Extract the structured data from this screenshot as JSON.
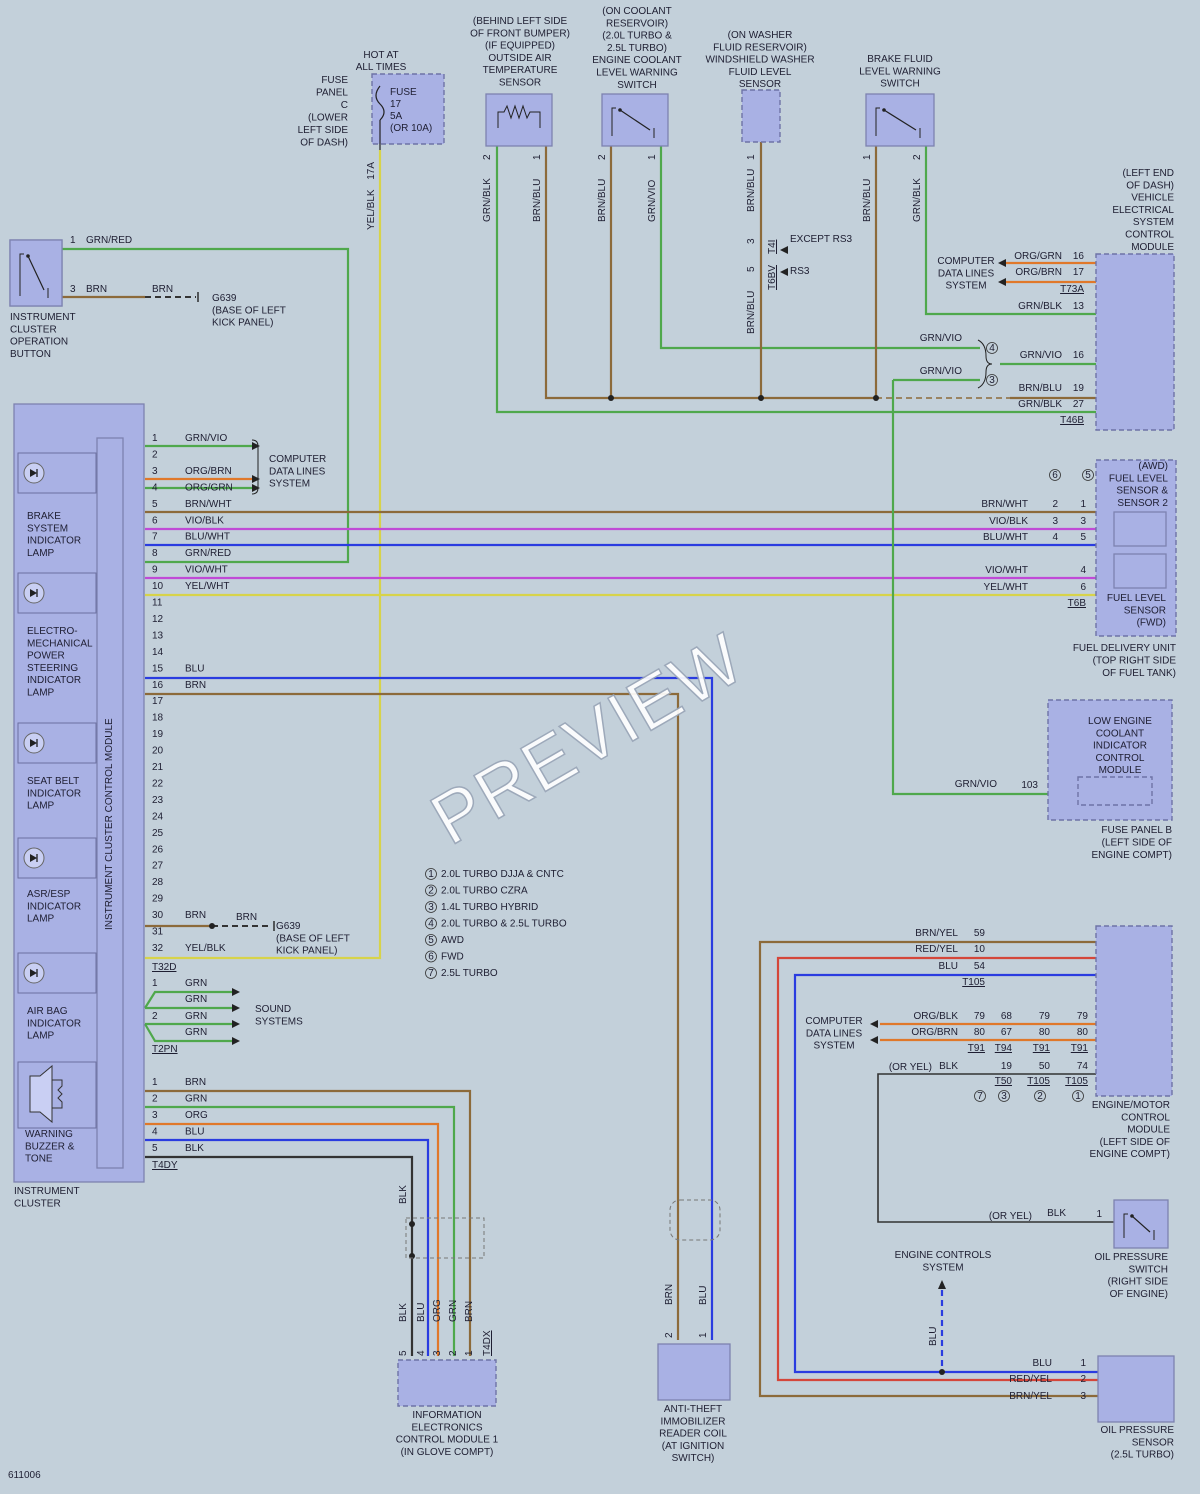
{
  "colors": {
    "background": "#c3d0da",
    "component_fill": "#a9b1e4",
    "wire_violet": "#c04ad6",
    "wire_blue": "#2a3ce0",
    "wire_brown": "#8c6a3a",
    "wire_green": "#4fa84c",
    "wire_orange": "#e0782a",
    "wire_yellow": "#d7d34a",
    "wire_red": "#d4463a",
    "wire_black": "#333333"
  },
  "hot_at_all_times": [
    "HOT AT",
    "ALL TIMES"
  ],
  "fuse_panel_lines": [
    "FUSE",
    "PANEL",
    "C",
    "(LOWER",
    "LEFT SIDE",
    "OF DASH)"
  ],
  "fuse_lines": [
    "FUSE",
    "17",
    "5A",
    "(OR 10A)"
  ],
  "fuse_pin": "17A",
  "fuse_wire": "YEL/BLK",
  "outside_temp_sensor_lines": [
    "(BEHIND LEFT SIDE",
    "OF FRONT BUMPER)",
    "(IF EQUIPPED)",
    "OUTSIDE AIR",
    "TEMPERATURE",
    "SENSOR"
  ],
  "coolant_switch_lines": [
    "(ON COOLANT",
    "RESERVOIR)",
    "(2.0L TURBO &",
    "2.5L TURBO)",
    "ENGINE COOLANT",
    "LEVEL WARNING",
    "SWITCH"
  ],
  "washer_sensor_lines": [
    "(ON WASHER",
    "FLUID RESERVOIR)",
    "WINDSHIELD WASHER",
    "FLUID LEVEL",
    "SENSOR"
  ],
  "brake_fluid_switch_lines": [
    "BRAKE FLUID",
    "LEVEL WARNING",
    "SWITCH"
  ],
  "vertical_wires": {
    "ots_pin2": "GRN/BLK",
    "ots_pin1": "BRN/BLU",
    "cool_pin2": "BRN/BLU",
    "cool_pin1": "GRN/VIO",
    "wash_upper": "BRN/BLU",
    "wash_lower": "BRN/BLU",
    "brake_pin1": "BRN/BLU",
    "brake_pin2": "GRN/BLK"
  },
  "pin_labels": {
    "two": "2",
    "one": "1",
    "three": "3",
    "five": "5"
  },
  "except_rs3": "EXCEPT RS3",
  "rs3": "RS3",
  "conn_t4i": "T4I",
  "conn_t6bv": "T6BV",
  "vesc_module_lines": [
    "(LEFT END",
    "OF DASH)",
    "VEHICLE",
    "ELECTRICAL",
    "SYSTEM",
    "CONTROL",
    "MODULE"
  ],
  "vesc_cds_lines": [
    "COMPUTER",
    "DATA LINES",
    "SYSTEM"
  ],
  "vesc_rows": [
    {
      "wire": "ORG/GRN",
      "pin": "16"
    },
    {
      "wire": "ORG/BRN",
      "pin": "17"
    },
    {
      "wire": "GRN/BLK",
      "pin": "13"
    }
  ],
  "vesc_conn_top": "T73A",
  "vesc_rows2": [
    {
      "wire": "GRN/VIO",
      "pin": "16"
    },
    {
      "wire": "BRN/BLU",
      "pin": "19"
    },
    {
      "wire": "GRN/BLK",
      "pin": "27"
    }
  ],
  "vesc_conn_bottom": "T46B",
  "splice_grnvio": "GRN/VIO",
  "note4": "4",
  "note3": "3",
  "note6": "6",
  "note5": "5",
  "ic_button_lines": [
    "INSTRUMENT",
    "CLUSTER",
    "OPERATION",
    "BUTTON"
  ],
  "ic_button_rows": [
    {
      "pin": "1",
      "wire": "GRN/RED"
    },
    {
      "pin": "3",
      "wire": "BRN"
    }
  ],
  "ground_wire": "BRN",
  "ground1_lines": [
    "G639",
    "(BASE OF LEFT",
    "KICK PANEL)"
  ],
  "cluster_label": "INSTRUMENT CLUSTER CONTROL MODULE",
  "cluster_outer_lines": [
    "INSTRUMENT",
    "CLUSTER"
  ],
  "lamps": [
    [
      "BRAKE",
      "SYSTEM",
      "INDICATOR",
      "LAMP"
    ],
    [
      "ELECTRO-",
      "MECHANICAL",
      "POWER",
      "STEERING",
      "INDICATOR",
      "LAMP"
    ],
    [
      "SEAT BELT",
      "INDICATOR",
      "LAMP"
    ],
    [
      "ASR/ESP",
      "INDICATOR",
      "LAMP"
    ],
    [
      "AIR BAG",
      "INDICATOR",
      "LAMP"
    ]
  ],
  "buzzer_lines": [
    "WARNING",
    "BUZZER &",
    "TONE"
  ],
  "t32_pins": [
    {
      "n": "1",
      "wire": "GRN/VIO"
    },
    {
      "n": "2",
      "wire": ""
    },
    {
      "n": "3",
      "wire": "ORG/BRN"
    },
    {
      "n": "4",
      "wire": "ORG/GRN"
    },
    {
      "n": "5",
      "wire": "BRN/WHT"
    },
    {
      "n": "6",
      "wire": "VIO/BLK"
    },
    {
      "n": "7",
      "wire": "BLU/WHT"
    },
    {
      "n": "8",
      "wire": "GRN/RED"
    },
    {
      "n": "9",
      "wire": "VIO/WHT"
    },
    {
      "n": "10",
      "wire": "YEL/WHT"
    },
    {
      "n": "11",
      "wire": ""
    },
    {
      "n": "12",
      "wire": ""
    },
    {
      "n": "13",
      "wire": ""
    },
    {
      "n": "14",
      "wire": ""
    },
    {
      "n": "15",
      "wire": "BLU"
    },
    {
      "n": "16",
      "wire": "BRN"
    },
    {
      "n": "17",
      "wire": ""
    },
    {
      "n": "18",
      "wire": ""
    },
    {
      "n": "19",
      "wire": ""
    },
    {
      "n": "20",
      "wire": ""
    },
    {
      "n": "21",
      "wire": ""
    },
    {
      "n": "22",
      "wire": ""
    },
    {
      "n": "23",
      "wire": ""
    },
    {
      "n": "24",
      "wire": ""
    },
    {
      "n": "25",
      "wire": ""
    },
    {
      "n": "26",
      "wire": ""
    },
    {
      "n": "27",
      "wire": ""
    },
    {
      "n": "28",
      "wire": ""
    },
    {
      "n": "29",
      "wire": ""
    },
    {
      "n": "30",
      "wire": "BRN"
    },
    {
      "n": "31",
      "wire": ""
    },
    {
      "n": "32",
      "wire": "YEL/BLK"
    }
  ],
  "t32_conn": "T32D",
  "cds_left_lines": [
    "COMPUTER",
    "DATA LINES",
    "SYSTEM"
  ],
  "ground2_wire": "BRN",
  "ground2_lines": [
    "G639",
    "(BASE OF LEFT",
    "KICK PANEL)"
  ],
  "t2pn_pins": [
    {
      "n": "1",
      "wire": "GRN"
    },
    {
      "n": "",
      "wire": "GRN"
    },
    {
      "n": "2",
      "wire": "GRN"
    },
    {
      "n": "",
      "wire": "GRN"
    }
  ],
  "t2pn_conn": "T2PN",
  "sound_lines": [
    "SOUND",
    "SYSTEMS"
  ],
  "t4dy_pins": [
    {
      "n": "1",
      "wire": "BRN"
    },
    {
      "n": "2",
      "wire": "GRN"
    },
    {
      "n": "3",
      "wire": "ORG"
    },
    {
      "n": "4",
      "wire": "BLU"
    },
    {
      "n": "5",
      "wire": "BLK"
    }
  ],
  "t4dy_conn": "T4DY",
  "legend": [
    {
      "n": "1",
      "text": "2.0L TURBO DJJA & CNTC"
    },
    {
      "n": "2",
      "text": "2.0L TURBO CZRA"
    },
    {
      "n": "3",
      "text": "1.4L TURBO HYBRID"
    },
    {
      "n": "4",
      "text": "2.0L TURBO & 2.5L TURBO"
    },
    {
      "n": "5",
      "text": "AWD"
    },
    {
      "n": "6",
      "text": "FWD"
    },
    {
      "n": "7",
      "text": "2.5L TURBO"
    }
  ],
  "fuel_awd_lines": [
    "(AWD)",
    "FUEL LEVEL",
    "SENSOR &",
    "SENSOR 2"
  ],
  "fuel_fwd_lines": [
    "FUEL LEVEL",
    "SENSOR",
    "(FWD)"
  ],
  "fuel_unit_lines": [
    "FUEL DELIVERY UNIT",
    "(TOP RIGHT SIDE",
    "OF FUEL TANK)"
  ],
  "fuel_rows": [
    {
      "wire": "BRN/WHT",
      "fwd": "2",
      "awd": "1"
    },
    {
      "wire": "VIO/BLK",
      "fwd": "3",
      "awd": "3"
    },
    {
      "wire": "BLU/WHT",
      "fwd": "4",
      "awd": "5"
    },
    {
      "wire": "VIO/WHT",
      "fwd": "",
      "awd": "4"
    },
    {
      "wire": "YEL/WHT",
      "fwd": "",
      "awd": "6"
    }
  ],
  "fuel_conn": "T6B",
  "low_coolant_lines": [
    "LOW ENGINE",
    "COOLANT",
    "INDICATOR",
    "CONTROL",
    "MODULE"
  ],
  "low_coolant_wire": "GRN/VIO",
  "low_coolant_pin": "103",
  "fuse_panel_b_lines": [
    "FUSE PANEL B",
    "(LEFT SIDE OF",
    "ENGINE COMPT)"
  ],
  "ecm_rows": [
    {
      "wire": "BRN/YEL",
      "pin": "59"
    },
    {
      "wire": "RED/YEL",
      "pin": "10"
    },
    {
      "wire": "BLU",
      "pin": "54"
    }
  ],
  "ecm_conn_top": "T105",
  "ecm_cds_lines": [
    "COMPUTER",
    "DATA LINES",
    "SYSTEM"
  ],
  "ecm_cds_rows": [
    {
      "wire": "ORG/BLK",
      "p": [
        "79",
        "68",
        "79",
        "79"
      ]
    },
    {
      "wire": "ORG/BRN",
      "p": [
        "80",
        "67",
        "80",
        "80"
      ]
    }
  ],
  "ecm_cds_conns": [
    "T91",
    "T94",
    "T91",
    "T91"
  ],
  "ecm_blk_prefix": "(OR YEL)",
  "ecm_blk_wire": "BLK",
  "ecm_blk_pins": [
    "19",
    "50",
    "74"
  ],
  "ecm_blk_conns": [
    "T50",
    "T105",
    "T105"
  ],
  "ecm_notes": [
    "7",
    "3",
    "2",
    "1"
  ],
  "ecm_lines": [
    "ENGINE/MOTOR",
    "CONTROL",
    "MODULE",
    "(LEFT SIDE OF",
    "ENGINE COMPT)"
  ],
  "oil_switch_wire_prefix": "(OR YEL)",
  "oil_switch_wire": "BLK",
  "oil_switch_pin": "1",
  "oil_switch_lines": [
    "OIL PRESSURE",
    "SWITCH",
    "(RIGHT SIDE",
    "OF ENGINE)"
  ],
  "engine_controls_lines": [
    "ENGINE CONTROLS",
    "SYSTEM"
  ],
  "blu_vert": "BLU",
  "oil_sensor_rows": [
    {
      "wire": "BLU",
      "pin": "1"
    },
    {
      "wire": "RED/YEL",
      "pin": "2"
    },
    {
      "wire": "BRN/YEL",
      "pin": "3"
    }
  ],
  "oil_sensor_lines": [
    "OIL PRESSURE",
    "SENSOR",
    "(2.5L TURBO)"
  ],
  "infoel_wires": [
    "BLK",
    "BLU",
    "ORG",
    "GRN",
    "BRN"
  ],
  "infoel_pins": [
    "5",
    "4",
    "3",
    "2",
    "1"
  ],
  "infoel_conn": "T4DX",
  "infoel_top_wire": "BLK",
  "infoel_lines": [
    "INFORMATION",
    "ELECTRONICS",
    "CONTROL MODULE 1",
    "(IN GLOVE COMPT)"
  ],
  "immob_wires": [
    "BRN",
    "BLU"
  ],
  "immob_pins": [
    "2",
    "1"
  ],
  "immob_lines": [
    "ANTI-THEFT",
    "IMMOBILIZER",
    "READER COIL",
    "(AT IGNITION",
    "SWITCH)"
  ],
  "doc_id": "611006",
  "watermark": "PREVIEW"
}
